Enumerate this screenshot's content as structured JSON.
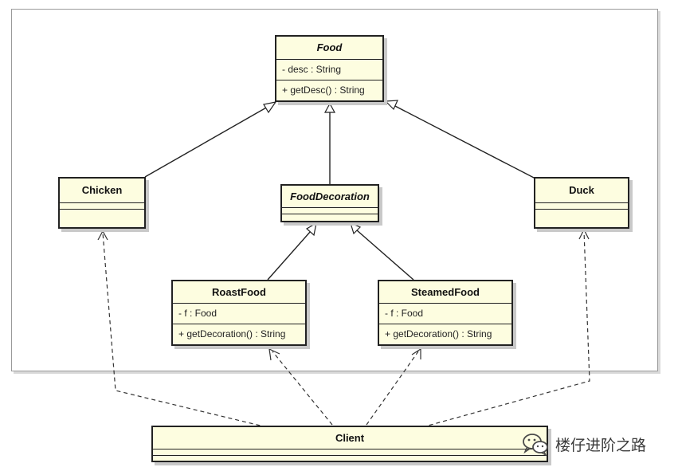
{
  "diagram": {
    "classes": {
      "food": {
        "name": "Food",
        "attributes": [
          "- desc : String"
        ],
        "operations": [
          "+ getDesc() : String"
        ]
      },
      "chicken": {
        "name": "Chicken"
      },
      "food_decoration": {
        "name": "FoodDecoration"
      },
      "duck": {
        "name": "Duck"
      },
      "roast_food": {
        "name": "RoastFood",
        "attributes": [
          "- f : Food"
        ],
        "operations": [
          "+ getDecoration() : String"
        ]
      },
      "steamed_food": {
        "name": "SteamedFood",
        "attributes": [
          "- f : Food"
        ],
        "operations": [
          "+ getDecoration() : String"
        ]
      },
      "client": {
        "name": "Client"
      }
    }
  },
  "watermark": {
    "text": "楼仔进阶之路",
    "icon": "wechat-icon"
  }
}
